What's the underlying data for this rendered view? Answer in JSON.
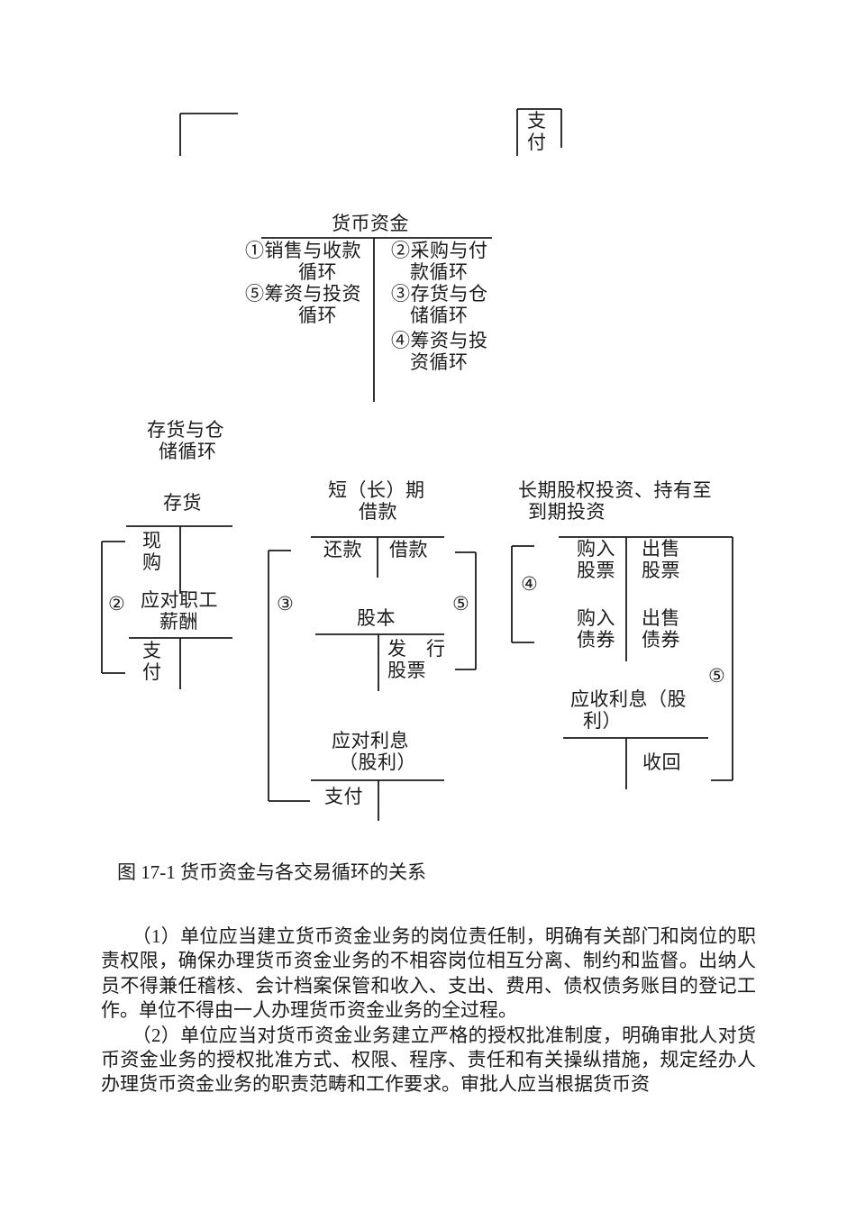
{
  "diagram": {
    "fragment_payment": "支\n付",
    "monetary": {
      "title": "货币资金",
      "l1": "①销售与收款",
      "l2": "循环",
      "l3": "⑤筹资与投资",
      "l4": "循环",
      "r1": "②采购与付",
      "r2": "款循环",
      "r3": "③存货与仓",
      "r4": "储循环",
      "r5": "④筹资与投",
      "r6": "资循环"
    },
    "inventory_cycle": {
      "l1": "存货与仓",
      "l2": "储循环"
    },
    "inventory": {
      "title": "存货",
      "left": "现\n购"
    },
    "payroll": {
      "t1": "应对职工",
      "t2": "薪酬",
      "left": "支\n付"
    },
    "loan": {
      "t1": "短（长）期",
      "t2": "借款",
      "left": "还款",
      "right": "借款"
    },
    "capital": {
      "title": "股本",
      "r1": "发　行",
      "r2": "股票"
    },
    "interest_payable": {
      "t1": "应对利息",
      "t2": "（股利）",
      "left": "支付"
    },
    "investment": {
      "t1": "长期股权投资、持有至",
      "t2": "到期投资",
      "r1l": "购入\n股票",
      "r1r": "出售\n股票",
      "r2l": "购入\n债券",
      "r2r": "出售\n债券"
    },
    "interest_receivable": {
      "t1": "应收利息（股",
      "t2": "利）",
      "right": "收回"
    },
    "badges": {
      "b2": "②",
      "b3": "③",
      "b4": "④",
      "b5m": "⑤",
      "b5r": "⑤"
    }
  },
  "caption": "图 17-1 货币资金与各交易循环的关系",
  "body": {
    "p1": "（1）单位应当建立货币资金业务的岗位责任制，明确有关部门和岗位的职责权限，确保办理货币资金业务的不相容岗位相互分离、制约和监督。出纳人员不得兼任稽核、会计档案保管和收入、支出、费用、债权债务账目的登记工作。单位不得由一人办理货币资金业务的全过程。",
    "p2": "（2）单位应当对货币资金业务建立严格的授权批准制度，明确审批人对货币资金业务的授权批准方式、权限、程序、责任和有关操纵措施，规定经办人办理货币资金业务的职责范畴和工作要求。审批人应当根据货币资"
  }
}
